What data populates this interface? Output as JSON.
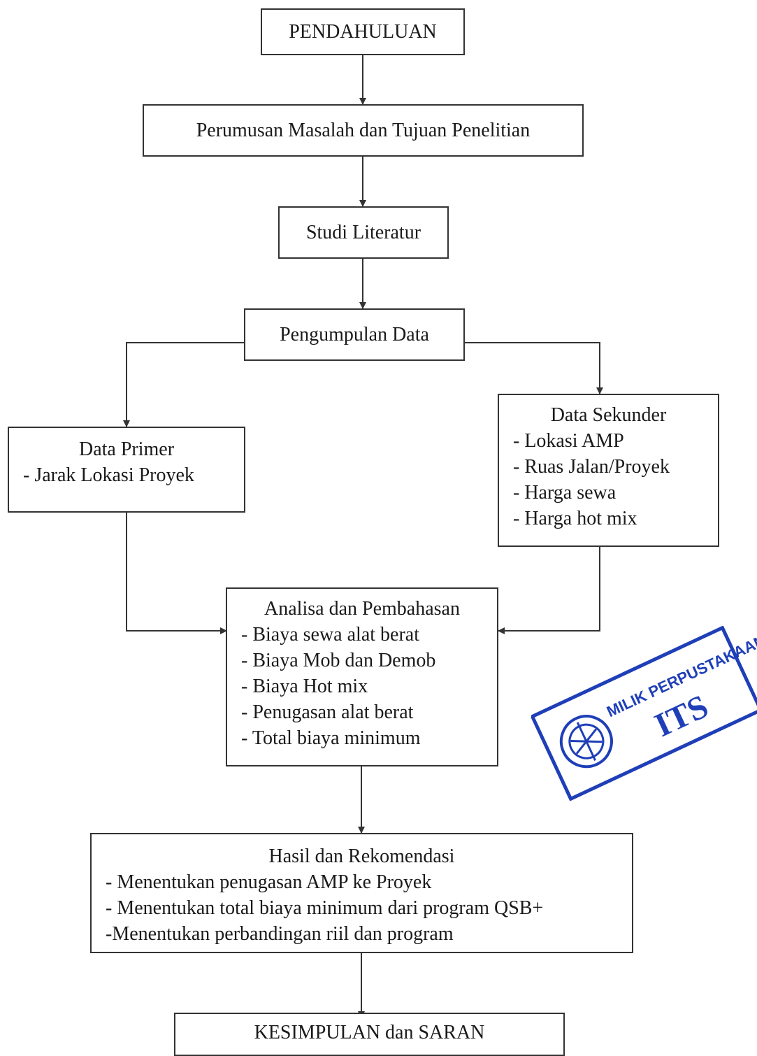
{
  "nodes": {
    "pendahuluan": {
      "title": "PENDAHULUAN"
    },
    "perumusan": {
      "title": "Perumusan Masalah dan Tujuan Penelitian"
    },
    "studi": {
      "title": "Studi Literatur"
    },
    "pengumpulan": {
      "title": "Pengumpulan Data"
    },
    "primer": {
      "title": "Data Primer",
      "items": [
        "- Jarak Lokasi Proyek"
      ]
    },
    "sekunder": {
      "title": "Data Sekunder",
      "items": [
        "- Lokasi AMP",
        "- Ruas Jalan/Proyek",
        "- Harga sewa",
        "- Harga hot mix"
      ]
    },
    "analisa": {
      "title": "Analisa dan Pembahasan",
      "items": [
        "- Biaya sewa alat berat",
        "- Biaya Mob dan Demob",
        "- Biaya Hot mix",
        "- Penugasan alat berat",
        "- Total biaya minimum"
      ]
    },
    "hasil": {
      "title": "Hasil dan Rekomendasi",
      "items": [
        "- Menentukan penugasan AMP ke Proyek",
        "- Menentukan total biaya minimum dari program QSB+",
        "-Menentukan perbandingan riil dan program"
      ]
    },
    "kesimpulan": {
      "title": "KESIMPULAN dan SARAN"
    }
  },
  "stamp": {
    "text_top": "MILIK PERPUSTAKAAN",
    "text_main": "ITS",
    "color": "#1f3fb8"
  },
  "colors": {
    "line": "#333333"
  }
}
